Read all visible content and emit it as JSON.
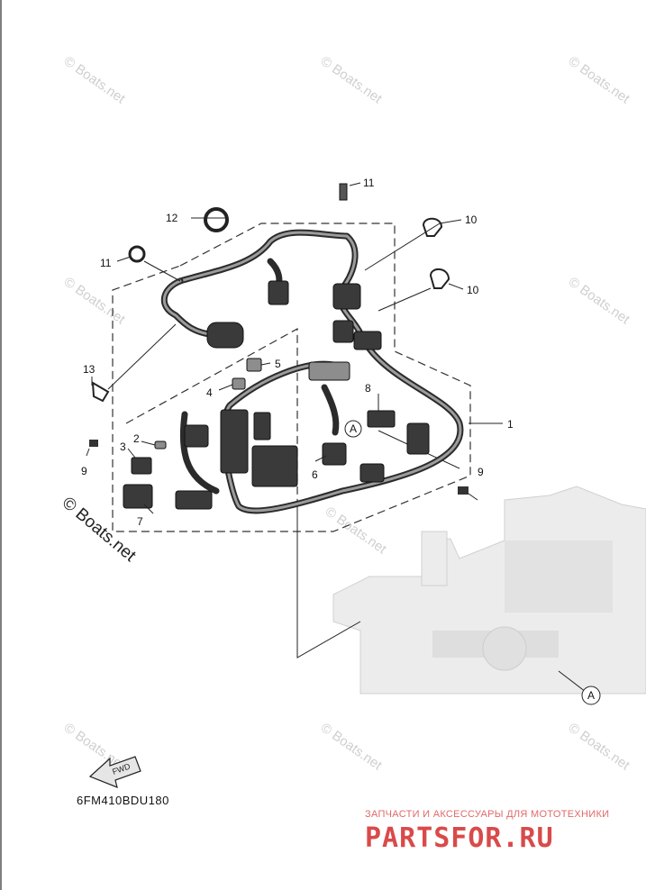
{
  "diagram": {
    "code": "6FM410BDU180",
    "fwd_label": "FWD",
    "callouts": [
      {
        "id": "c11a",
        "label": "11"
      },
      {
        "id": "c12",
        "label": "12"
      },
      {
        "id": "c10a",
        "label": "10"
      },
      {
        "id": "c11b",
        "label": "11"
      },
      {
        "id": "c10b",
        "label": "10"
      },
      {
        "id": "c13",
        "label": "13"
      },
      {
        "id": "c5",
        "label": "5"
      },
      {
        "id": "c4",
        "label": "4"
      },
      {
        "id": "c8",
        "label": "8"
      },
      {
        "id": "c1",
        "label": "1"
      },
      {
        "id": "c2",
        "label": "2"
      },
      {
        "id": "c3",
        "label": "3"
      },
      {
        "id": "c9a",
        "label": "9"
      },
      {
        "id": "c9b",
        "label": "9"
      },
      {
        "id": "c6",
        "label": "6"
      },
      {
        "id": "c7",
        "label": "7"
      }
    ],
    "ref_marker_harness": "A",
    "ref_marker_engine": "A"
  },
  "watermarks": {
    "small": "© Boats.net",
    "large": "© Boats.net"
  },
  "branding": {
    "tagline": "ЗАПЧАСТИ И АКСЕССУАРЫ ДЛЯ МОТОТЕХНИКИ",
    "logo": "PARTSFOR.RU",
    "colors": {
      "logo": "#d94a4a",
      "tagline": "#e06a6a"
    }
  }
}
